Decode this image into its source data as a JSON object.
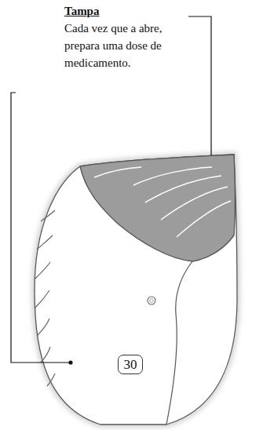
{
  "diagram": {
    "nodes": [
      {
        "text": [
          "30"
        ]
      }
    ],
    "labels": [
      "Tampa",
      "Cada vez que a abre, prepara uma dose de medicamento."
    ]
  }
}
